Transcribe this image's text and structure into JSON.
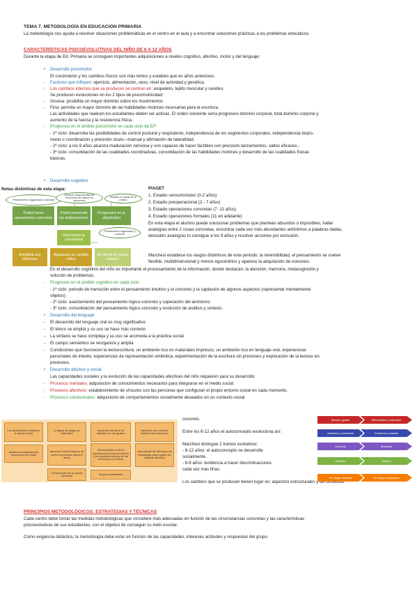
{
  "title": "TEMA 7. METODOLOGÍA EN EDUCACIÓN PRIMARIA",
  "intro": "La metodología nos ayuda a resolver situaciones problemáticas en el centro en el aula y a encontrar soluciones prácticas a los problemas educativos.",
  "sec1": {
    "heading": "CARACTERÍSTICAS PSICOEVOLUTIVAS DEL NIÑO DE 6 A 12 AÑOS",
    "lead": "Durante la etapa de Ed. Primaria se consiguen importantes adquisiciones a niveles cognitivo, afectivo, motor y del lenguaje:"
  },
  "psicomotor": {
    "head": "Desarrollo psicomotor",
    "l1": "El crecimiento y los cambios físicos son más lentos y estables que en años anteriores.",
    "l2a": "Factores que influyen:",
    "l2b": " ejercicio, alimentación, sexo, nivel de actividad y genética.",
    "l3a": "Los cambios internos que se producen se centran en:",
    "l3b": " esqueleto, tejido muscular y cerebro.",
    "l4": "Se producen evoluciones en los 2 tipos de psicomotricidad:",
    "l5": "Gruesa: posibilita un mayor dominio sobre los movimientos",
    "l6": "Fina: permite un mayor dominio de las habilidades motrices necesarias para la escritura.",
    "l7": "Las actividades que realicen los estudiantes deben ser activas. El orden creciente sería progresivo dominio corporal, total dominio corporal y",
    "l8": "aumento de la fuerza y la resistencia física.",
    "l9": "Progresos en el ámbito psicomotor en cada ciclo de EP:",
    "l10": "- 1º ciclo: desarrolla las posibilidades de control postural y respiratorio, independencia de los segmentos corporales, independencia brazo-",
    "l11": "mano o coordinación y precisión óculo—manual y afirmación de lateralidad.",
    "l12": "- 2º ciclo: a los 9 años alcanza maduración nerviosa y son capaces de hacer factibles con precisión lanzamientos, saltos eficaces...",
    "l13": "- 3º ciclo: consolidación de las cualidades coordinativas, consolidación de las habilidades motrices y desarrollo de las cualidades físicas",
    "l14": "básicas."
  },
  "cognitivo": {
    "head": "Desarrollo cognitivo",
    "notas": "Notas distintivas de esta etapa:",
    "piaget": "PIAGET",
    "p1": "1.  Estadio sensoriomotor (0-2 años)",
    "p2": "2. Estadio preoperacional (2 - 7 años)",
    "p3": "3. Estadio operaciones concretas (7 -11 años)",
    "p4": "4. Estadio operaciones formales (11 en adelante)",
    "p5": "En esta etapa el alumno puede solucionar problemas que plantean absurdos o imposibles, hallar",
    "p6": "analogías entre 2 cosas concretas, encontrar cada vez más abundantes antónimos a palabras dadas,",
    "p7": "descubrir analogías to consigue a los 9 años y resolver acciones por exclusión.",
    "p8": "Marchesi establece los rasgos distintivos de este periodo: la reversibilidad, el pensamiento se vuelve",
    "p9": "flexible, multidimensional y menos egocéntrico y aparece la adquisición de nociones.",
    "p10": "En el desarrollo cognitivo del niño es importante el procesamiento de la información, donde destacan: la atención, memoria, metacognición y",
    "p11": "solución de problemas.",
    "p12": "Progresos en el ámbito cognitivo en cada ciclo:",
    "p13": "- 1º ciclo: periodo de transición entre el pensamiento intuitivo y el concreto y la captación de algunos aspectos (representar mentalmente",
    "p14": "objetos)",
    "p15": "- 2º ciclo: asentamiento del pensamiento lógico-concreto y superación del animismo",
    "p16": "- 3º ciclo: consolidación del pensamiento lógico-concreto y evolución de análisis y síntesis."
  },
  "mindmap": {
    "n1": "Pensamiento organizado y racional",
    "n2": "Reducir componentes de fenómeno sin alterar su estructura",
    "n3": "Relativo al objeto en sí mismo",
    "b1": "Podrá hacer operaciones concretas",
    "b2": "Podrá prescindir las elaboraciones",
    "b3": "Progresará en la objetividad",
    "b4": "Descubrirá la casualidad",
    "n4": "Pensamiento organizado y racional",
    "b5": "Ampliará sus intereses",
    "b6": "Agudizará su sentido crítico",
    "b7": "Se abrirá al mundo exterior"
  },
  "lenguaje": {
    "head": "Desarrollo del lenguaje",
    "l1": "El desarrollo del lenguaje oral es muy significativo",
    "l2": "El léxico se amplía y su uso se hace más correcto",
    "l3": "La sintaxis se hace compleja y su uso se acomoda a la práctica social",
    "l4": "El campo semántico se reorganiza y amplia",
    "l5": "Condiciones que favorecen la lectoescritura: un ambiente rico en materiales impresos, un ambiente rico en lenguaje oral, experiencias",
    "l6": "personales de interés, experiencias de representación simbólica, experimentación de la escritura sin presiones y exploración de la lectura sin",
    "l7": "presiones."
  },
  "afectivo": {
    "head": "Desarrollo afectivo y social",
    "l1": "Las capacidades sociales y la evolución de las capacidades afectivas del niño requieren para su desarrollo:",
    "l2a": "Procesos mentales:",
    "l2b": " adquisición de conocimientos necesarios para integrarse en el medio social.",
    "l3a": "Procesos afectivos:",
    "l3b": " establecimiento de vínculos con las personas que configuran el propio entorno social en cada momento.",
    "l4a": "Procesos conductuales:",
    "l4b": " adquisición de comportamientos socialmente deseados en un contexto social",
    "c1": "concreto.",
    "c2": "Entre los 6-12 años el autoconcepto evoluciona así:",
    "c3": "Marchesi distingue 2 tramos evolutivos:",
    "c4": "- 8-12 años: el autoconcepto se desarrolla",
    "c5": "socialmente.",
    "c6": "- 6-8 años: tendencia a hacer discriminaciones",
    "c7": "cada vez más finas.",
    "c8": "Los cambios que se producen tienen lugar en: aspectos estructurales y de contenido"
  },
  "emotional": {
    "e1": "Los sentimientos empiezan a cobrar fuerza",
    "e2": "La figura de apego se diversifica",
    "e3": "Aparecen los lazos de amistad con los iguales",
    "e4": "Aparecen los primeros sentimientos amorosos",
    "e5": "Aparece la ambivalencia emocional (7/8 años)",
    "e6": "Aparecen ciertos indicios de control emocional (antes 6 años)",
    "e7": "Diferenciación entre la experiencia emocional interna y la expresión externa de las emociones (+6 años)",
    "e8": "Aprendizaje de utilización de estrategias para regular los estados afectivos",
    "e9": "Construcción de su propia identidad",
    "e10": "Surge la autoestima"
  },
  "chevrons": {
    "r1a": "Simple y global",
    "r1b": "Diferenciado y articulado",
    "r2a": "Arbitrario y cambiante",
    "r2b": "Coherente y estable",
    "r3a": "Concreto",
    "r3b": "Abstracto",
    "r4a": "Absoluto",
    "r4b": "Relativo",
    "r5a": "En rasgos aislados",
    "r5b": "En rasgos integrados",
    "colors": [
      "#c62828",
      "#3949ab",
      "#7e57c2",
      "#7cb342",
      "#f57c00"
    ]
  },
  "sec2": {
    "heading": "PRINCIPIOS METODOLÓGICOS: ESTRATEGIAS Y TÉCNICAS",
    "l1": "Cada centro debe tomar las medidas metodológicas que considere más adecuadas en función de las circunstancias concretas y las características",
    "l2": "psicoevolutivas de sus estudiantes, con el objetivo de conseguir su éxito escolar.",
    "l3": "Como exigencia didáctica, la metodología debe estar en función de las capacidades, intereses actitudes y respuestas del grupo."
  }
}
